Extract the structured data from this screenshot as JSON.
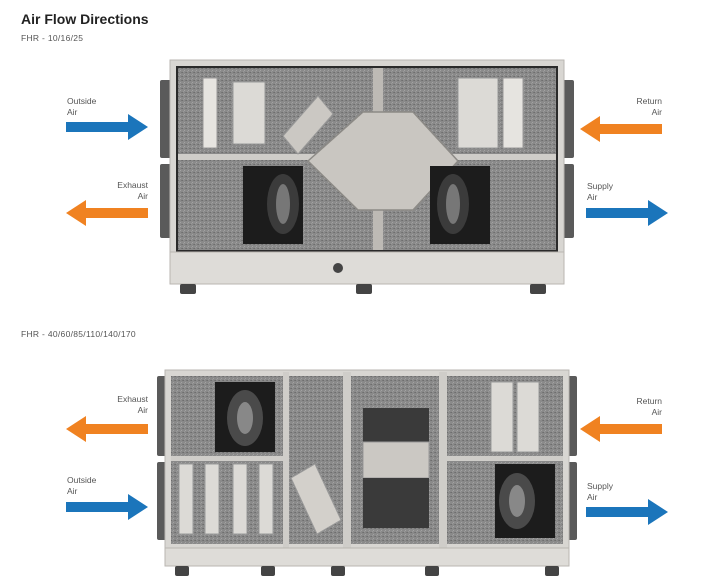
{
  "page": {
    "title": "Air Flow Directions"
  },
  "unit1": {
    "model": "FHR - 10/16/25",
    "left_top": {
      "line1": "Outside",
      "line2": "Air",
      "color": "#1b75bb",
      "direction": "right"
    },
    "left_bottom": {
      "line1": "Exhaust",
      "line2": "Air",
      "color": "#f08221",
      "direction": "left"
    },
    "right_top": {
      "line1": "Return",
      "line2": "Air",
      "color": "#f08221",
      "direction": "left"
    },
    "right_bottom": {
      "line1": "Supply",
      "line2": "Air",
      "color": "#1b75bb",
      "direction": "right"
    }
  },
  "unit2": {
    "model": "FHR - 40/60/85/110/140/170",
    "left_top": {
      "line1": "Exhaust",
      "line2": "Air",
      "color": "#f08221",
      "direction": "left"
    },
    "left_bottom": {
      "line1": "Outside",
      "line2": "Air",
      "color": "#1b75bb",
      "direction": "right"
    },
    "right_top": {
      "line1": "Return",
      "line2": "Air",
      "color": "#f08221",
      "direction": "left"
    },
    "right_bottom": {
      "line1": "Supply",
      "line2": "Air",
      "color": "#1b75bb",
      "direction": "right"
    }
  }
}
